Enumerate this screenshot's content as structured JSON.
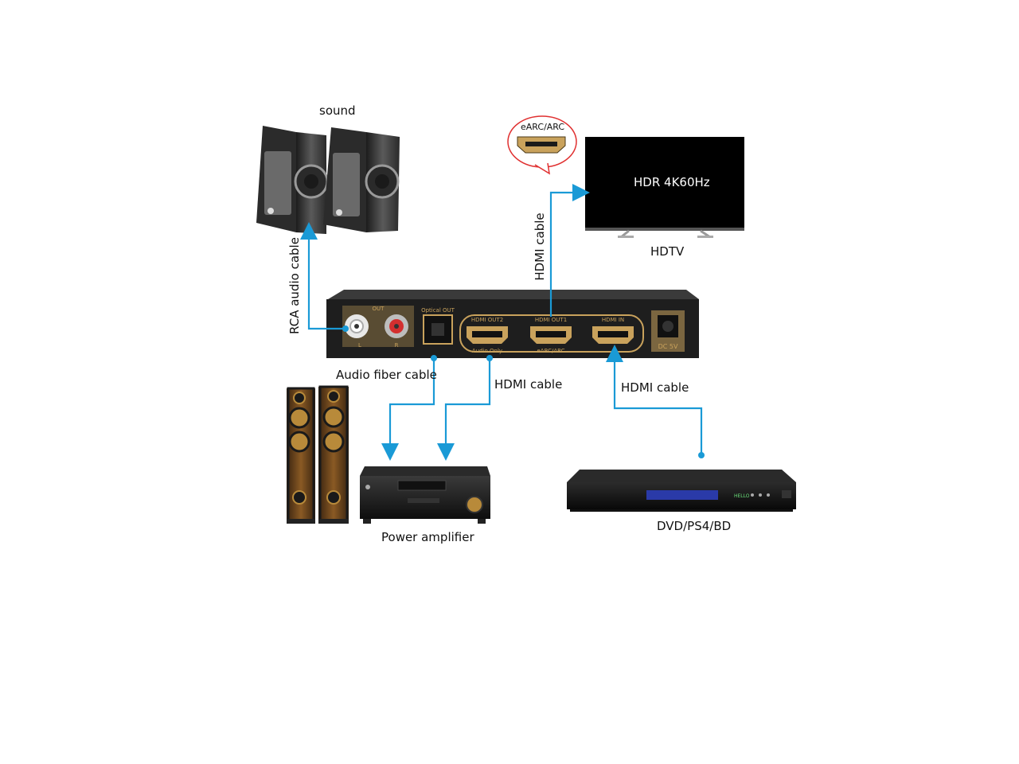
{
  "labels": {
    "sound": "sound",
    "hdtv": "HDTV",
    "tv_screen": "HDR 4K60Hz",
    "earc_bubble": "eARC/ARC",
    "rca_cable": "RCA audio cable",
    "hdmi_cable_tv": "HDMI cable",
    "fiber_cable": "Audio fiber cable",
    "hdmi_cable_amp": "HDMI cable",
    "hdmi_cable_dvd": "HDMI cable",
    "power_amp": "Power amplifier",
    "dvd": "DVD/PS4/BD"
  },
  "device_panel": {
    "out": "OUT",
    "l": "L",
    "r": "R",
    "optical_out": "Optical OUT",
    "hdmi_out2": "HDMI OUT2",
    "hdmi_out1": "HDMI OUT1",
    "hdmi_in": "HDMI IN",
    "audio_only": "Audio Only",
    "earc_arc": "eARC/ARC",
    "dc5v": "DC 5V"
  },
  "player_display": "HELLO",
  "colors": {
    "cable": "#1a9ad6",
    "gold": "#b8924a",
    "device": "#1e1e1e",
    "bubble": "#e03030",
    "wood": "#7a4a1c",
    "brass": "#b88a3a"
  }
}
